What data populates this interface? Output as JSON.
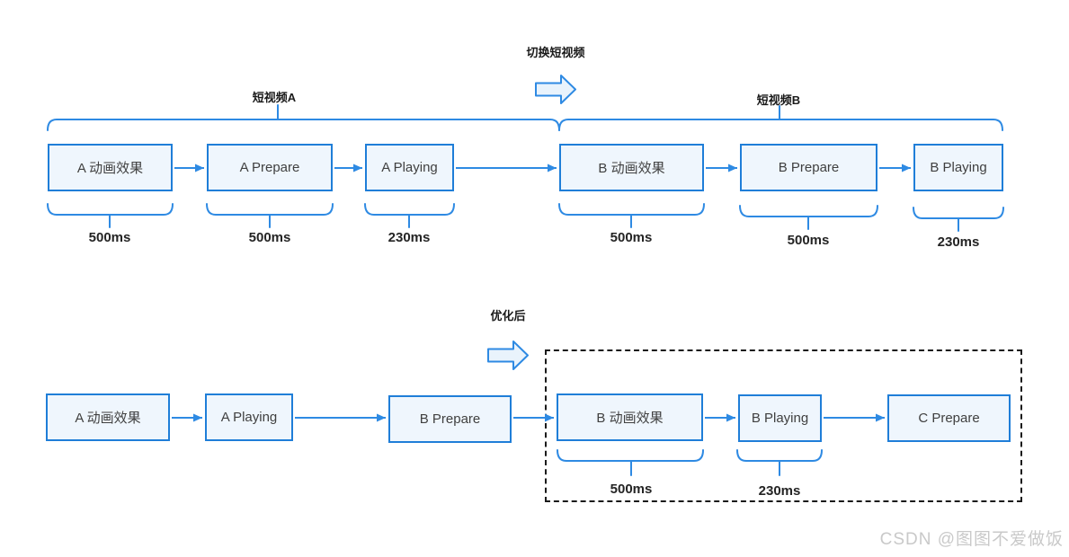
{
  "colors": {
    "box_border": "#1f7ed8",
    "box_fill": "#eff6fd",
    "line_blue": "#2e8ae3",
    "dashed_border": "#1a1a1a",
    "box_text": "#404040",
    "watermark_text": "#c9c9c9"
  },
  "top_flow": {
    "title": "切换短视频",
    "groups": [
      {
        "label": "短视频A"
      },
      {
        "label": "短视频B"
      }
    ],
    "boxes": [
      {
        "label": "A 动画效果",
        "duration": "500ms"
      },
      {
        "label": "A Prepare",
        "duration": "500ms"
      },
      {
        "label": "A Playing",
        "duration": "230ms"
      },
      {
        "label": "B 动画效果",
        "duration": "500ms"
      },
      {
        "label": "B Prepare",
        "duration": "500ms"
      },
      {
        "label": "B Playing",
        "duration": "230ms"
      }
    ]
  },
  "bottom_flow": {
    "title": "优化后",
    "boxes": [
      {
        "label": "A 动画效果"
      },
      {
        "label": "A Playing"
      },
      {
        "label": "B Prepare"
      },
      {
        "label": "B 动画效果",
        "duration": "500ms"
      },
      {
        "label": "B Playing",
        "duration": "230ms"
      },
      {
        "label": "C Prepare"
      }
    ]
  },
  "watermark": {
    "text": "CSDN @图图不爱做饭"
  }
}
